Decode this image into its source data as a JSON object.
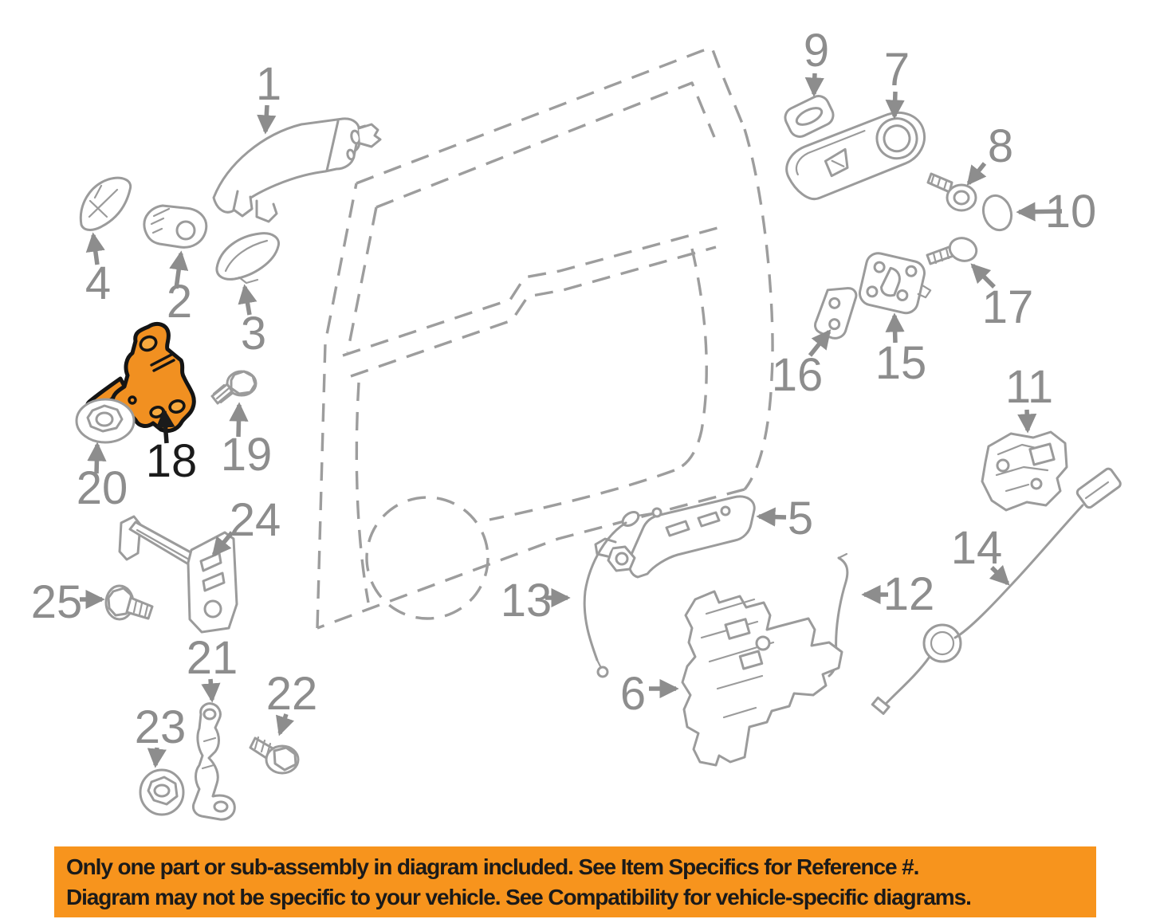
{
  "diagram": {
    "kind": "automotive-door-parts-exploded-diagram",
    "highlighted_part": "18"
  },
  "colors": {
    "banner_orange": "#F7941D",
    "highlight_orange": "#F19021",
    "highlight_outline_black": "#141414",
    "line_gray": "#9b9b9b",
    "label_gray": "#8d8d8d"
  },
  "banner": {
    "line1": "Only one part or sub-assembly in diagram included. See Item Specifics for Reference #.",
    "line2": "Diagram may not be specific to your vehicle. See Compatibility for vehicle-specific diagrams."
  },
  "parts": [
    {
      "number": "1",
      "name": "exterior-door-handle",
      "highlighted": false
    },
    {
      "number": "2",
      "name": "handle-mount-bracket",
      "highlighted": false
    },
    {
      "number": "3",
      "name": "handle-cover",
      "highlighted": false
    },
    {
      "number": "4",
      "name": "handle-end-cap",
      "highlighted": false
    },
    {
      "number": "5",
      "name": "handle-reinforcement",
      "highlighted": false
    },
    {
      "number": "6",
      "name": "lock-module-carrier",
      "highlighted": false
    },
    {
      "number": "7",
      "name": "interior-handle-bezel",
      "highlighted": false
    },
    {
      "number": "8",
      "name": "screw",
      "highlighted": false
    },
    {
      "number": "9",
      "name": "bumper-clip",
      "highlighted": false
    },
    {
      "number": "10",
      "name": "plug-cap",
      "highlighted": false
    },
    {
      "number": "11",
      "name": "door-lock-actuator",
      "highlighted": false
    },
    {
      "number": "12",
      "name": "lock-rod",
      "highlighted": false
    },
    {
      "number": "13",
      "name": "release-cable",
      "highlighted": false
    },
    {
      "number": "14",
      "name": "lock-cable",
      "highlighted": false
    },
    {
      "number": "15",
      "name": "striker-plate",
      "highlighted": false
    },
    {
      "number": "16",
      "name": "striker-shim",
      "highlighted": false
    },
    {
      "number": "17",
      "name": "striker-screw",
      "highlighted": false
    },
    {
      "number": "18",
      "name": "upper-door-hinge",
      "highlighted": true
    },
    {
      "number": "19",
      "name": "hinge-bolt",
      "highlighted": false
    },
    {
      "number": "20",
      "name": "hinge-nut",
      "highlighted": false
    },
    {
      "number": "21",
      "name": "lower-door-hinge",
      "highlighted": false
    },
    {
      "number": "22",
      "name": "hinge-bolt",
      "highlighted": false
    },
    {
      "number": "23",
      "name": "hinge-nut",
      "highlighted": false
    },
    {
      "number": "24",
      "name": "door-check-strap",
      "highlighted": false
    },
    {
      "number": "25",
      "name": "check-strap-bolt",
      "highlighted": false
    }
  ]
}
